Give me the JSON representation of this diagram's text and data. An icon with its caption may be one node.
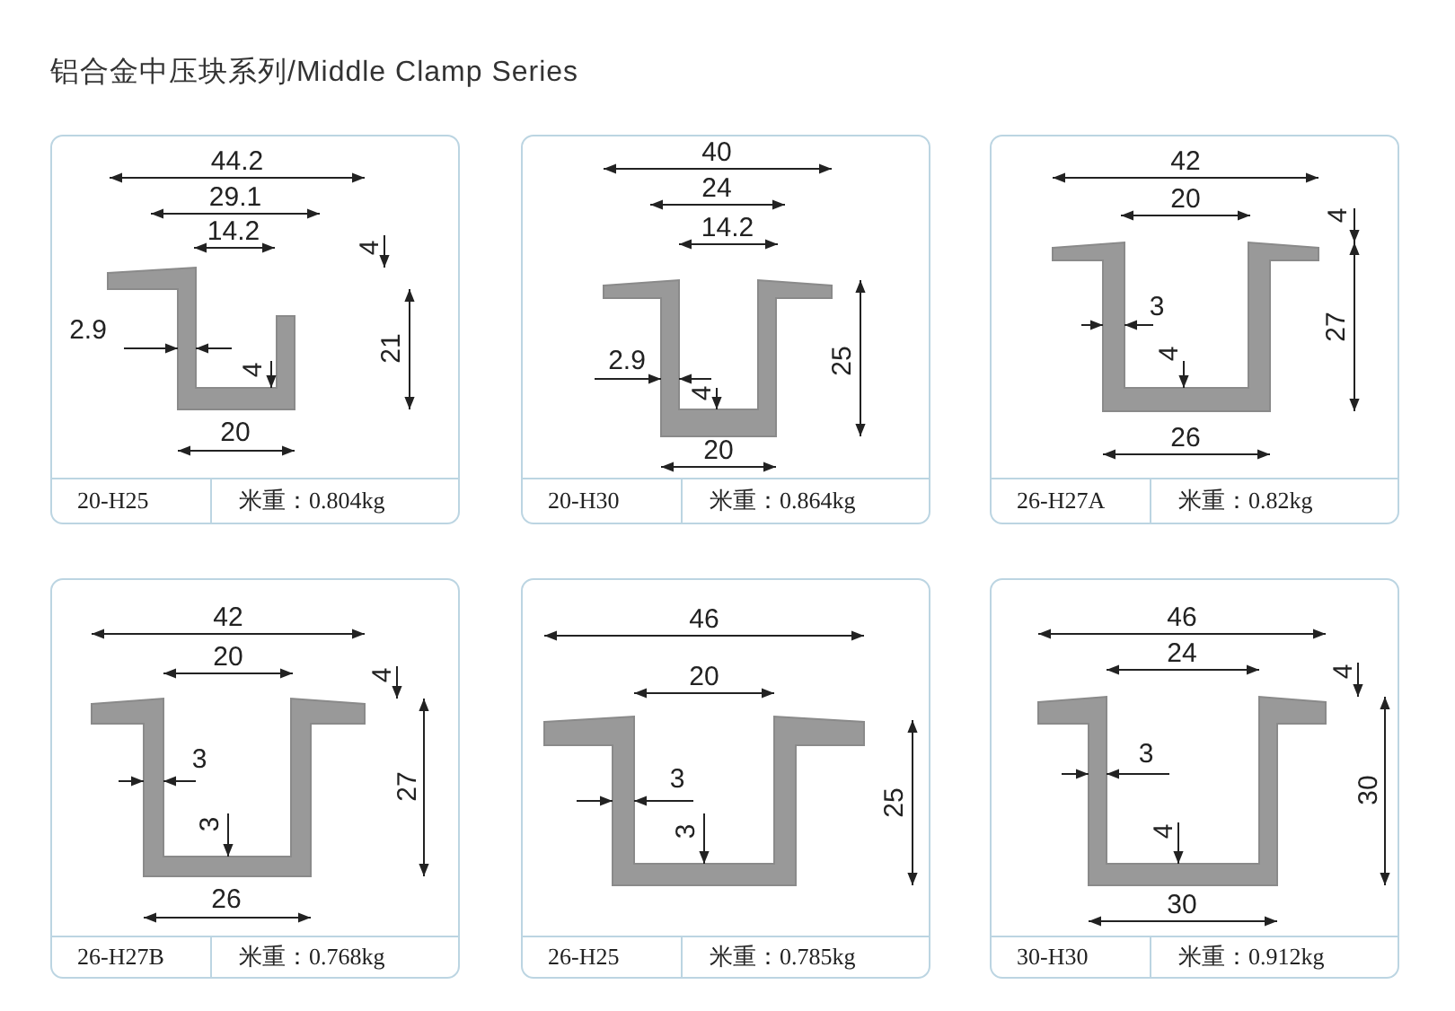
{
  "diagram": {
    "title": "铝合金中压块系列/Middle Clamp Series",
    "nodes": [
      {
        "text": [
          "20-H25",
          "米重：0.804kg"
        ]
      },
      {
        "text": [
          "20-H30",
          "米重：0.864kg"
        ]
      },
      {
        "text": [
          "26-H27A",
          "米重：0.82kg"
        ]
      },
      {
        "text": [
          "26-H27B",
          "米重：0.768kg"
        ]
      },
      {
        "text": [
          "26-H25",
          "米重：0.785kg"
        ]
      },
      {
        "text": [
          "30-H30",
          "米重：0.912kg"
        ]
      }
    ],
    "labels": [
      "44.2",
      "29.1",
      "14.2",
      "4",
      "2.9",
      "4",
      "21",
      "20",
      "40",
      "24",
      "14.2",
      "2.9",
      "4",
      "25",
      "20",
      "42",
      "20",
      "4",
      "3",
      "4",
      "27",
      "26",
      "42",
      "20",
      "4",
      "3",
      "3",
      "27",
      "26",
      "46",
      "20",
      "3",
      "3",
      "25",
      "46",
      "24",
      "4",
      "3",
      "4",
      "30",
      "30"
    ]
  }
}
